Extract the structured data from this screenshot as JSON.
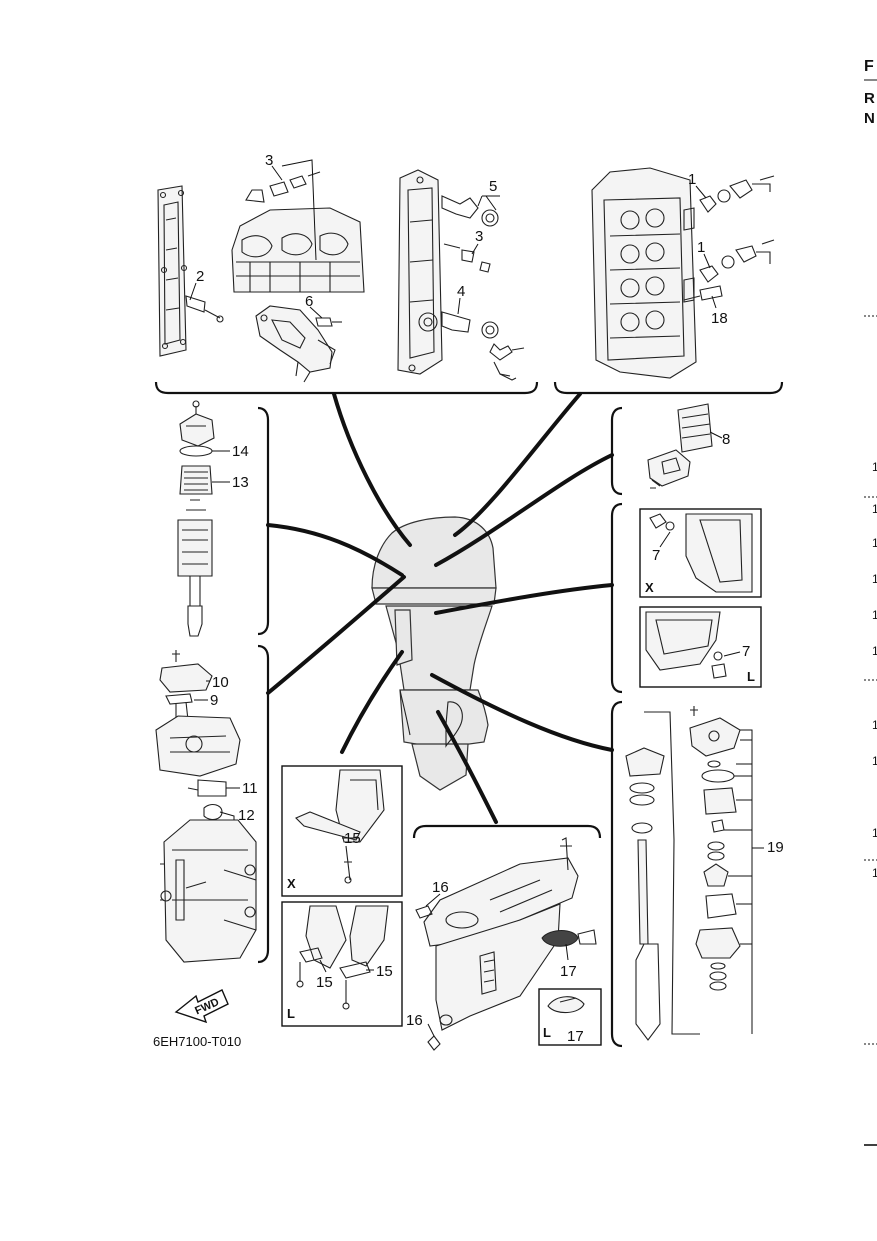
{
  "edge": {
    "letters": [
      "F",
      "R",
      "N"
    ],
    "numbers": [
      "1",
      "1",
      "1",
      "1",
      "1",
      "1",
      "1",
      "1",
      "1",
      "1"
    ]
  },
  "callouts": {
    "c1a": "1",
    "c1b": "1",
    "c2": "2",
    "c3a": "3",
    "c3b": "3",
    "c4": "4",
    "c5": "5",
    "c6": "6",
    "c7a": "7",
    "c7b": "7",
    "c8": "8",
    "c9": "9",
    "c10": "10",
    "c11": "11",
    "c12": "12",
    "c13": "13",
    "c14": "14",
    "c15a": "15",
    "c15b": "15",
    "c15c": "15",
    "c16a": "16",
    "c16b": "16",
    "c17a": "17",
    "c17b": "17",
    "c18": "18",
    "c19": "19"
  },
  "tags": {
    "x1": "X",
    "x2": "X",
    "l1": "L",
    "l2": "L",
    "l3": "L"
  },
  "fwd_label": "FWD",
  "figure_code": "6EH7100-T010"
}
